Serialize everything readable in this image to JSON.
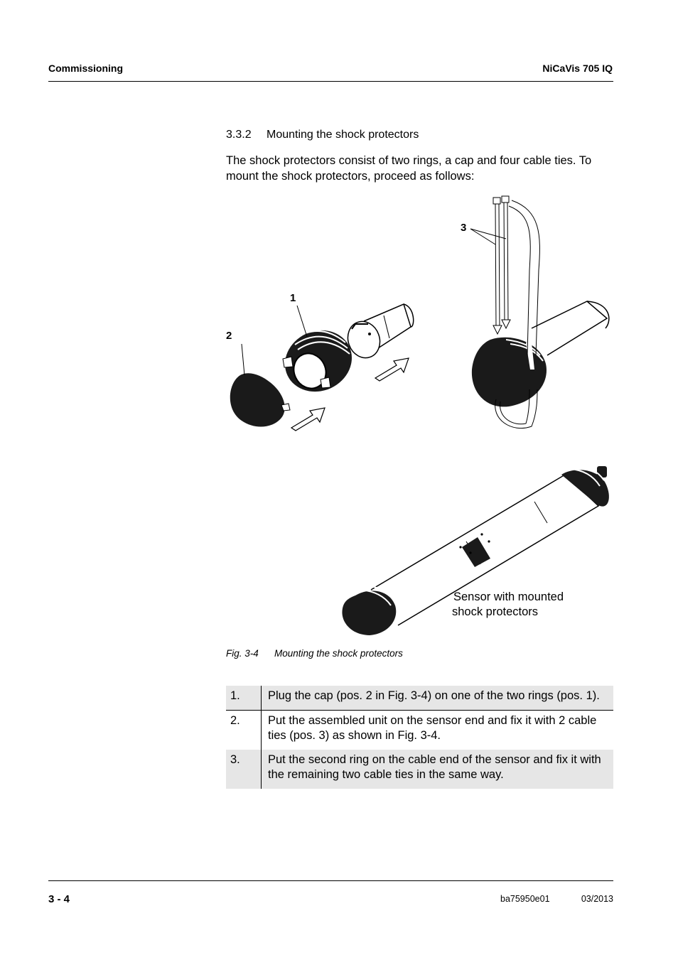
{
  "header": {
    "section": "Commissioning",
    "product": "NiCaVis 705 IQ"
  },
  "section": {
    "number": "3.3.2",
    "title": "Mounting the shock protectors"
  },
  "intro": "The shock protectors consist of two rings, a cap and four cable ties. To mount the shock protectors, proceed as follows:",
  "figure": {
    "labels": {
      "ring": "1",
      "cap": "2",
      "cable_ties": "3"
    },
    "sensor_caption_line1": "Sensor with mounted",
    "sensor_caption_line2": "shock protectors",
    "caption_number": "Fig. 3-4",
    "caption_text": "Mounting the shock protectors"
  },
  "steps": [
    {
      "num": "1.",
      "text": "Plug the cap (pos. 2 in Fig. 3-4) on one of the two rings (pos. 1)."
    },
    {
      "num": "2.",
      "text": "Put the assembled unit on the sensor end and fix it with 2 cable ties (pos. 3) as shown in Fig. 3-4."
    },
    {
      "num": "3.",
      "text": "Put the second ring on the cable end of the sensor and fix it with the remaining two cable ties in the same way."
    }
  ],
  "footer": {
    "page": "3 - 4",
    "doc_id": "ba75950e01",
    "date": "03/2013"
  }
}
